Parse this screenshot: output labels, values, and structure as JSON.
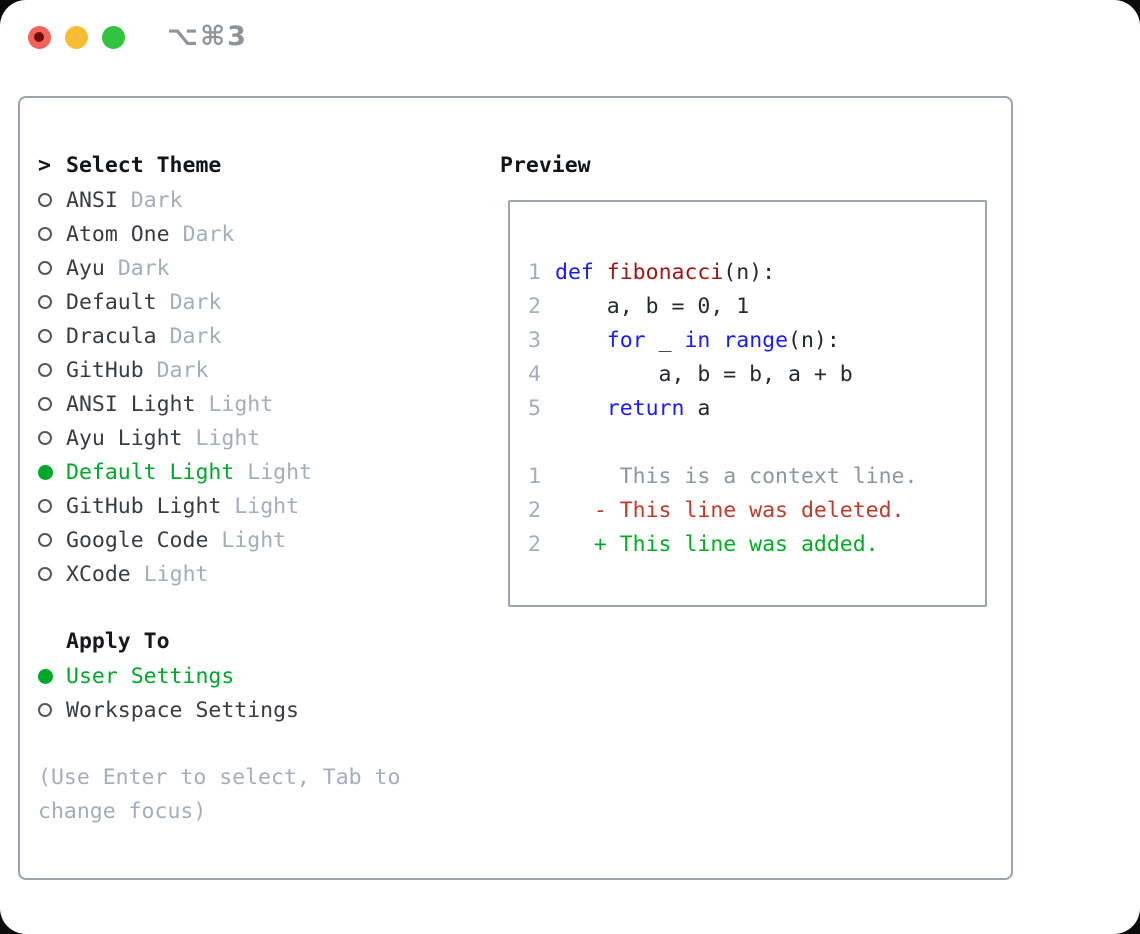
{
  "window": {
    "shortcut_label": "⌥⌘3",
    "traffic_lights": {
      "close_color": "#f4635b",
      "minimize_color": "#f8bd32",
      "zoom_color": "#33c43f"
    }
  },
  "icons": {
    "radio_selected": "●",
    "radio_unselected": "○",
    "focus_caret": ">"
  },
  "theme_selector": {
    "title": "Select Theme",
    "title_prefix": ">",
    "items": [
      {
        "name": "ANSI",
        "variant": "Dark",
        "selected": false
      },
      {
        "name": "Atom One",
        "variant": "Dark",
        "selected": false
      },
      {
        "name": "Ayu",
        "variant": "Dark",
        "selected": false
      },
      {
        "name": "Default",
        "variant": "Dark",
        "selected": false
      },
      {
        "name": "Dracula",
        "variant": "Dark",
        "selected": false
      },
      {
        "name": "GitHub",
        "variant": "Dark",
        "selected": false
      },
      {
        "name": "ANSI Light",
        "variant": "Light",
        "selected": false
      },
      {
        "name": "Ayu Light",
        "variant": "Light",
        "selected": false
      },
      {
        "name": "Default Light",
        "variant": "Light",
        "selected": true
      },
      {
        "name": "GitHub Light",
        "variant": "Light",
        "selected": false
      },
      {
        "name": "Google Code",
        "variant": "Light",
        "selected": false
      },
      {
        "name": "XCode",
        "variant": "Light",
        "selected": false
      }
    ]
  },
  "apply_to": {
    "title": "Apply To",
    "options": [
      {
        "label": "User Settings",
        "selected": true
      },
      {
        "label": "Workspace Settings",
        "selected": false
      }
    ]
  },
  "hint": {
    "text": "(Use Enter to select, Tab to change focus)"
  },
  "preview": {
    "title": "Preview",
    "code_lines": [
      {
        "number": "1",
        "segments": [
          {
            "t": "def",
            "c": "keyword"
          },
          {
            "t": " "
          },
          {
            "t": "fibonacci",
            "c": "function_name"
          },
          {
            "t": "(n):"
          }
        ]
      },
      {
        "number": "2",
        "segments": [
          {
            "t": "    a, b = 0, 1"
          }
        ]
      },
      {
        "number": "3",
        "segments": [
          {
            "t": "    "
          },
          {
            "t": "for",
            "c": "keyword"
          },
          {
            "t": " _ "
          },
          {
            "t": "in",
            "c": "keyword"
          },
          {
            "t": " "
          },
          {
            "t": "range",
            "c": "keyword"
          },
          {
            "t": "(n):"
          }
        ]
      },
      {
        "number": "4",
        "segments": [
          {
            "t": "        a, b = b, a + b"
          }
        ]
      },
      {
        "number": "5",
        "segments": [
          {
            "t": "    "
          },
          {
            "t": "return",
            "c": "keyword"
          },
          {
            "t": " a"
          }
        ]
      }
    ],
    "diff_lines": [
      {
        "number": "1",
        "text": "     This is a context line.",
        "type": "context"
      },
      {
        "number": "2",
        "text": "   - This line was deleted.",
        "type": "deleted"
      },
      {
        "number": "2",
        "text": "   + This line was added.",
        "type": "added"
      }
    ]
  },
  "colors": {
    "keyword": "#1a1aff",
    "function_name": "#a31515",
    "code_default": "#24292f",
    "line_number": "#a4adb9",
    "context": "#8d95a0",
    "deleted": "#c0392b",
    "added": "#00ad22",
    "selected_green": "#00a82a",
    "item_text": "#383c42",
    "muted_text": "#a4adb9",
    "panel_border": "#9aa3ae"
  }
}
